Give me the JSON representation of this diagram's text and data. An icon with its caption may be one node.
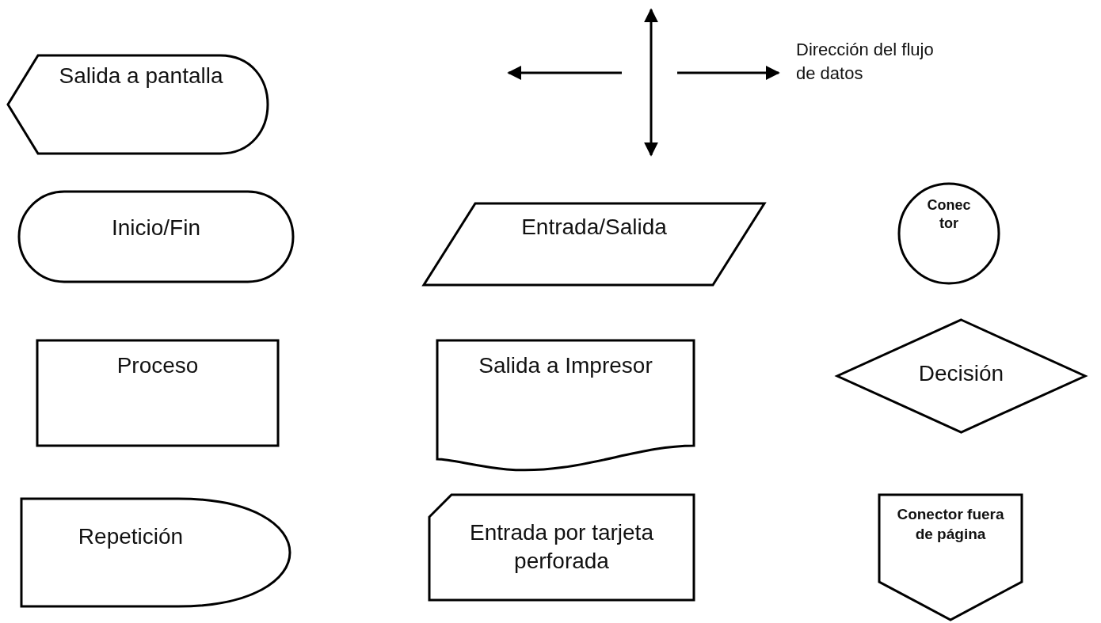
{
  "diagram": {
    "nodes": [
      {
        "text": [
          "Salida a pantalla"
        ]
      },
      {
        "text": [
          "Inicio/Fin"
        ]
      },
      {
        "text": [
          "Entrada/Salida"
        ]
      },
      {
        "text": [
          "Conec tor"
        ]
      },
      {
        "text": [
          "Proceso"
        ]
      },
      {
        "text": [
          "Salida a Impresor"
        ]
      },
      {
        "text": [
          "Decisión"
        ]
      },
      {
        "text": [
          "Repetición"
        ]
      },
      {
        "text": [
          "Entrada por tarjeta perforada"
        ]
      },
      {
        "text": [
          "Conector fuera de página"
        ]
      }
    ],
    "edges": [],
    "labels": [
      "Dirección del flujo de datos"
    ]
  }
}
